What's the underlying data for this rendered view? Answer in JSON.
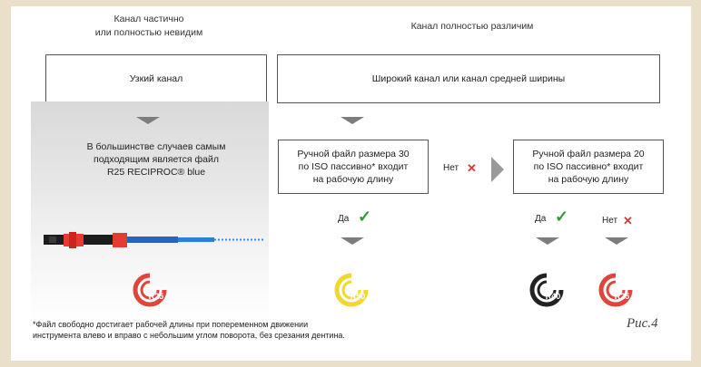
{
  "header_left": "Канал частично\nили полностью невидим",
  "header_right": "Канал полностью различим",
  "box_narrow": "Узкий канал",
  "box_wide": "Широкий канал или канал средней ширины",
  "text_narrow": "В большинстве случаев самым\nподходящим является файл\nR25 RECIPROC® blue",
  "box_file30": "Ручной файл размера 30\nпо ISO пассивно* входит\nна рабочую длину",
  "box_file20": "Ручной файл размера 20\nпо ISO пассивно* входит\nна рабочую длину",
  "no_label": "Нет",
  "yes_label": "Да",
  "icons": {
    "r25_left": {
      "label": "R25",
      "color": "#e0443a"
    },
    "r50": {
      "label": "R50",
      "color": "#f2d72c"
    },
    "r40": {
      "label": "R40",
      "color": "#222222"
    },
    "r25_right": {
      "label": "R25",
      "color": "#e0443a"
    }
  },
  "footnote": "*Файл свободно достигает рабочей длины при попеременном движении\nинструмента влево и вправо с небольшим углом поворота, без срезания дентина.",
  "figure_label": "Рис.4"
}
